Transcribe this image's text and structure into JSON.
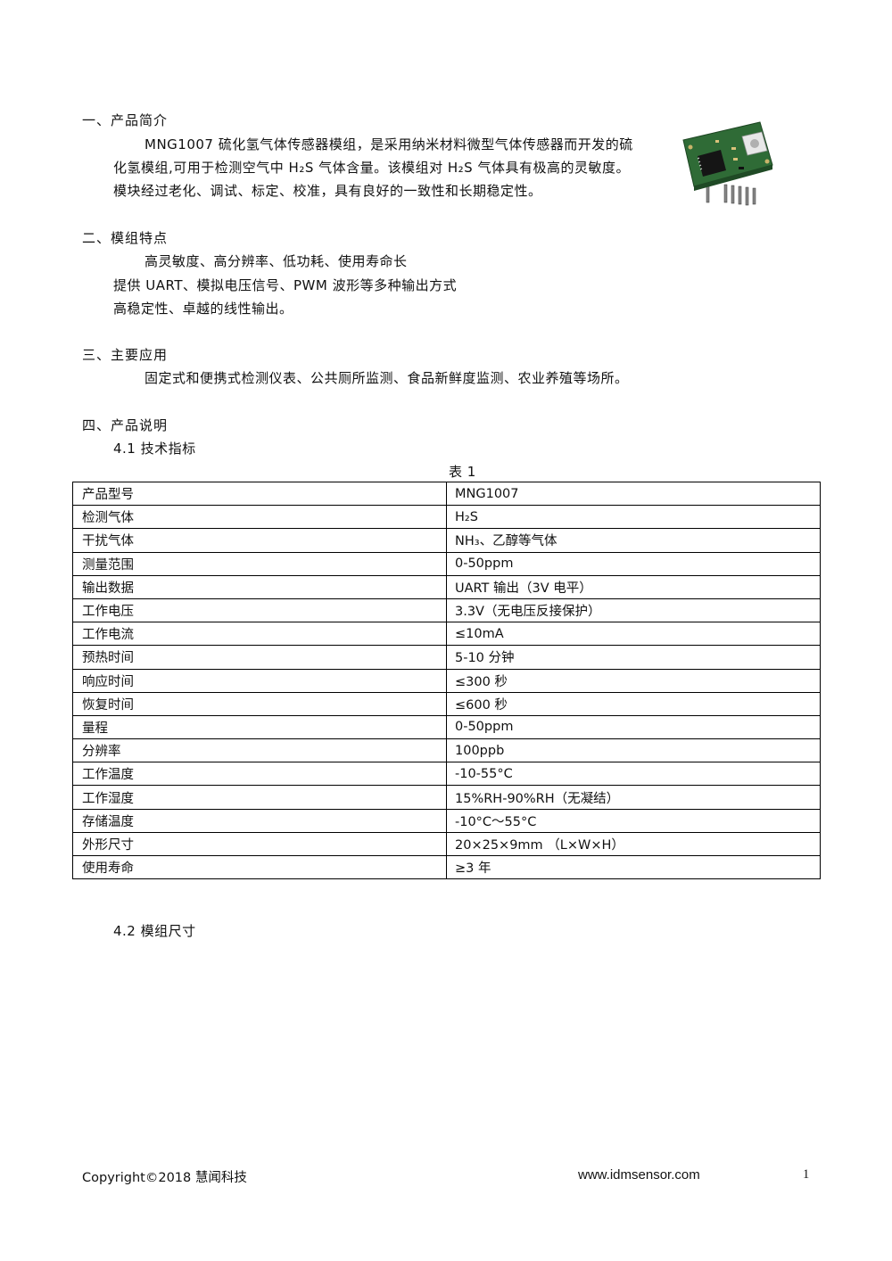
{
  "section1": {
    "heading": "一、产品简介",
    "lines": [
      "MNG1007 硫化氢气体传感器模组，是采用纳米材料微型气体传感器而开发的硫",
      "化氢模组,可用于检测空气中 H₂S 气体含量。该模组对 H₂S 气体具有极高的灵敏度。",
      "模块经过老化、调试、标定、校准，具有良好的一致性和长期稳定性。"
    ]
  },
  "section2": {
    "heading": "二、模组特点",
    "lines": [
      "高灵敏度、高分辨率、低功耗、使用寿命长",
      "提供 UART、模拟电压信号、PWM 波形等多种输出方式",
      "高稳定性、卓越的线性输出。"
    ]
  },
  "section3": {
    "heading": "三、主要应用",
    "lines": [
      "固定式和便携式检测仪表、公共厕所监测、食品新鲜度监测、农业养殖等场所。"
    ]
  },
  "section4": {
    "heading": "四、产品说明",
    "sub1": "4.1 技术指标",
    "table_caption": "表 1",
    "table_rows": [
      [
        "产品型号",
        "MNG1007"
      ],
      [
        "检测气体",
        "H₂S"
      ],
      [
        "干扰气体",
        "NH₃、乙醇等气体"
      ],
      [
        "测量范围",
        "0-50ppm"
      ],
      [
        "输出数据",
        "UART 输出（3V 电平）"
      ],
      [
        "工作电压",
        "3.3V（无电压反接保护）"
      ],
      [
        "工作电流",
        "≤10mA"
      ],
      [
        "预热时间",
        "5-10 分钟"
      ],
      [
        "响应时间",
        "≤300 秒"
      ],
      [
        "恢复时间",
        "≤600 秒"
      ],
      [
        "量程",
        "0-50ppm"
      ],
      [
        "分辨率",
        "100ppb"
      ],
      [
        "工作温度",
        "-10-55°C"
      ],
      [
        "工作湿度",
        "15%RH-90%RH（无凝结）"
      ],
      [
        "存储温度",
        "-10°C～55°C"
      ],
      [
        "外形尺寸",
        "20×25×9mm （L×W×H）"
      ],
      [
        "使用寿命",
        "≥3 年"
      ]
    ],
    "sub2": "4.2 模组尺寸"
  },
  "footer": {
    "copyright": "Copyright©2018 慧闻科技",
    "website": "www.idmsensor.com",
    "page_number": "1"
  },
  "image": {
    "icon": "sensor-module-photo",
    "pcb_color": "#2f6b36"
  }
}
